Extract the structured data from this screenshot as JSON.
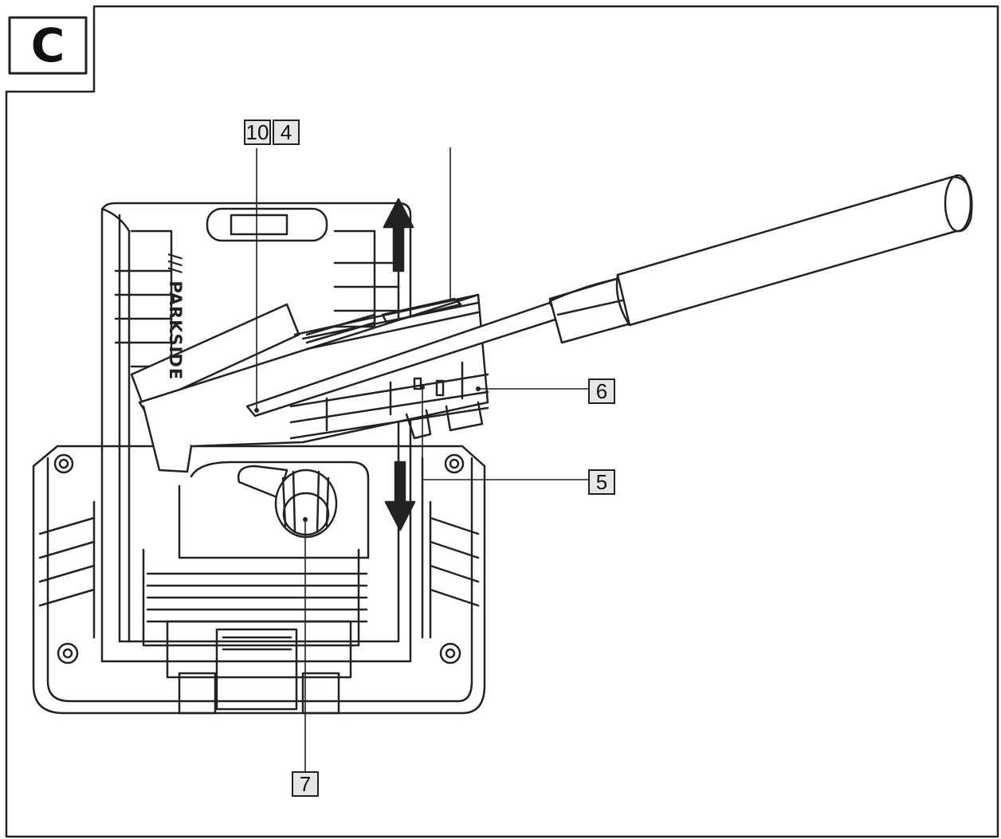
{
  "figure": {
    "letter": "C",
    "brand_text": "/// PARKSIDE"
  },
  "callouts": {
    "ten": "10",
    "four": "4",
    "six": "6",
    "five": "5",
    "seven": "7"
  },
  "colors": {
    "line": "#222222",
    "callout_fill": "#e6e6e6",
    "background": "#ffffff"
  }
}
